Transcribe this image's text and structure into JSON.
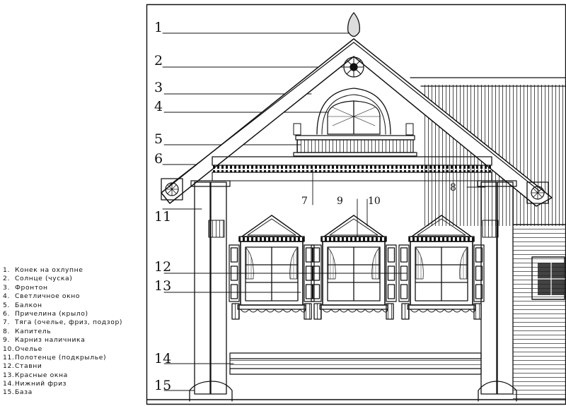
{
  "legend": [
    {
      "num": "1.",
      "label": "Конек на охлупне"
    },
    {
      "num": "2.",
      "label": "Солнце (чуска)"
    },
    {
      "num": "3.",
      "label": "Фронтон"
    },
    {
      "num": "4.",
      "label": "Светличное окно"
    },
    {
      "num": "5.",
      "label": "Балкон"
    },
    {
      "num": "6.",
      "label": "Причелина (крыло)"
    },
    {
      "num": "7.",
      "label": "Тяга (очелье, фриз, подзор)"
    },
    {
      "num": "8.",
      "label": "Капитель"
    },
    {
      "num": "9.",
      "label": "Карниз наличника"
    },
    {
      "num": "10.",
      "label": "Очелье"
    },
    {
      "num": "11.",
      "label": "Полотенце (подкрылье)"
    },
    {
      "num": "12.",
      "label": "Ставни"
    },
    {
      "num": "13.",
      "label": "Красные окна"
    },
    {
      "num": "14.",
      "label": "Нижний фриз"
    },
    {
      "num": "15.",
      "label": "База"
    }
  ],
  "callouts": {
    "c1": "1",
    "c2": "2",
    "c3": "3",
    "c4": "4",
    "c5": "5",
    "c6": "6",
    "c7": "7",
    "c8": "8",
    "c9": "9",
    "c10": "10",
    "c11": "11",
    "c12": "12",
    "c13": "13",
    "c14": "14",
    "c15": "15"
  }
}
